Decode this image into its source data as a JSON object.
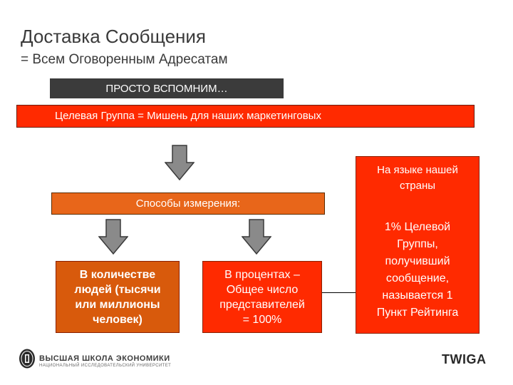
{
  "slide": {
    "title": "Доставка Сообщения",
    "subtitle": "= Всем Оговоренным Адресатам"
  },
  "recall_banner": {
    "label": "ПРОСТО ВСПОМНИМ…"
  },
  "target_bar": {
    "label": "Целевая Группа  = Мишень для наших маркетинговых"
  },
  "measure_bar": {
    "label": "Способы измерения:"
  },
  "people_box": {
    "lines": [
      "В количестве",
      "людей (тысячи",
      "или миллионы",
      "человек)"
    ]
  },
  "percent_box": {
    "lines": [
      "В процентах –",
      "Общее число",
      "представителей",
      "= 100%"
    ]
  },
  "rating_box": {
    "top_lines": [
      "На языке нашей",
      "страны"
    ],
    "bottom_lines": [
      "1% Целевой",
      "Группы,",
      "получивший",
      "сообщение,",
      "называется 1",
      "Пункт Рейтинга"
    ]
  },
  "footer": {
    "hse_name": "ВЫСШАЯ ШКОЛА ЭКОНОМИКИ",
    "hse_sub": "НАЦИОНАЛЬНЫЙ ИССЛЕДОВАТЕЛЬСКИЙ УНИВЕРСИТЕТ",
    "brand": "TWIGA"
  },
  "colors": {
    "red": "#ff2a00",
    "orange": "#e8661a",
    "dark_orange": "#d85a0c",
    "dark_gray": "#3b3b3b",
    "arrow_gray": "#8a8a8a"
  },
  "icons": [
    "down-arrow-icon",
    "hse-logo-icon"
  ]
}
